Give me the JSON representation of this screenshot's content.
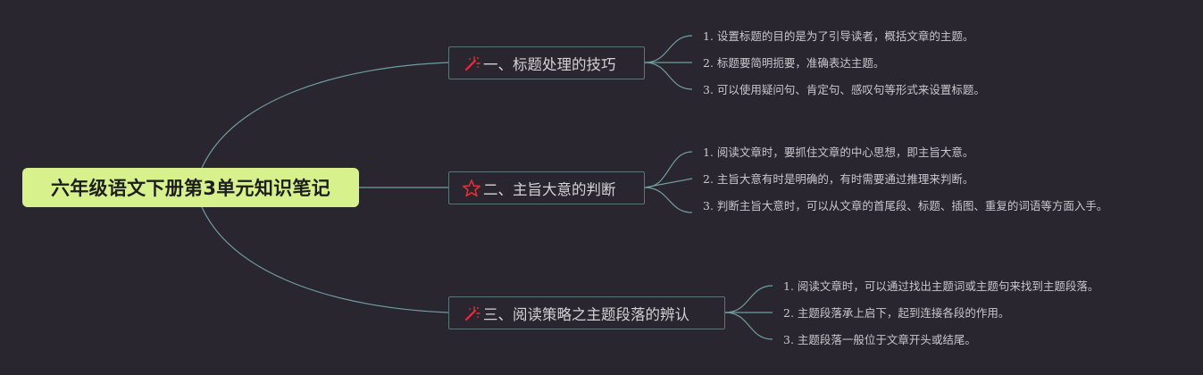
{
  "root": {
    "title": "六年级语文下册第3单元知识笔记"
  },
  "colors": {
    "background": "#2a2630",
    "root_fill": "#d7f28d",
    "topic_border": "#5d7679",
    "connector": "#6f9ea0",
    "icon_red": "#e0303a"
  },
  "topics": [
    {
      "icon": "magic-wand-icon",
      "label": "一、标题处理的技巧",
      "items": [
        "1. 设置标题的目的是为了引导读者，概括文章的主题。",
        "2. 标题要简明扼要，准确表达主题。",
        "3. 可以使用疑问句、肯定句、感叹句等形式来设置标题。"
      ]
    },
    {
      "icon": "star-icon",
      "label": "二、主旨大意的判断",
      "items": [
        "1. 阅读文章时，要抓住文章的中心思想，即主旨大意。",
        "2. 主旨大意有时是明确的，有时需要通过推理来判断。",
        "3. 判断主旨大意时，可以从文章的首尾段、标题、插图、重复的词语等方面入手。"
      ]
    },
    {
      "icon": "magic-wand-icon",
      "label": "三、阅读策略之主题段落的辨认",
      "items": [
        "1. 阅读文章时，可以通过找出主题词或主题句来找到主题段落。",
        "2. 主题段落承上启下，起到连接各段的作用。",
        "3. 主题段落一般位于文章开头或结尾。"
      ]
    }
  ]
}
